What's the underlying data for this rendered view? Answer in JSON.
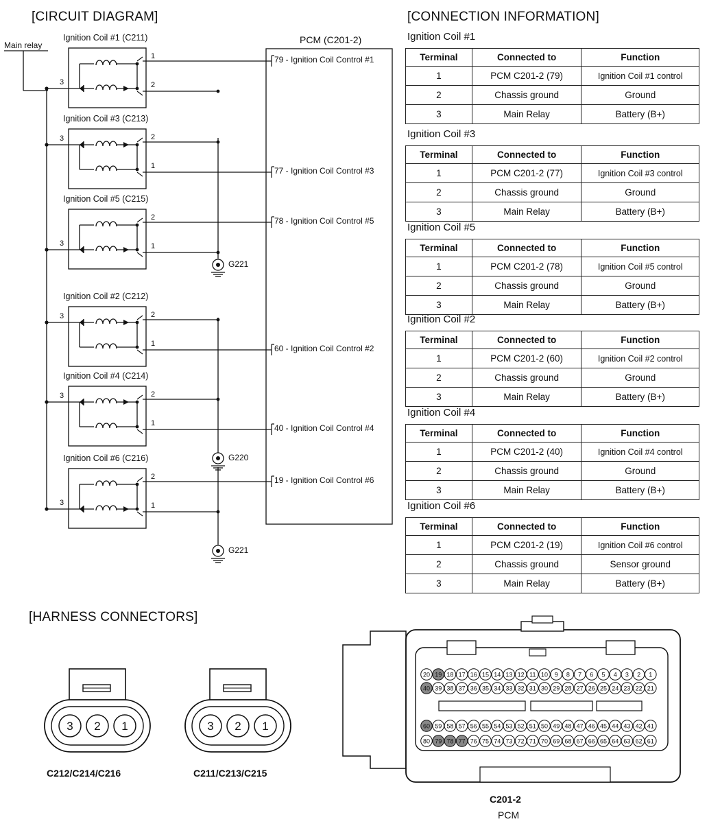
{
  "sections": {
    "circuit": "[CIRCUIT DIAGRAM]",
    "connection": "[CONNECTION INFORMATION]",
    "harness": "[HARNESS CONNECTORS]"
  },
  "circuit": {
    "main_relay": "Main relay",
    "pcm_title": "PCM (C201-2)",
    "coils": [
      {
        "name": "Ignition Coil #1 (C211)"
      },
      {
        "name": "Ignition Coil #3 (C213)"
      },
      {
        "name": "Ignition Coil #5 (C215)"
      },
      {
        "name": "Ignition Coil #2 (C212)"
      },
      {
        "name": "Ignition Coil #4 (C214)"
      },
      {
        "name": "Ignition Coil #6 (C216)"
      }
    ],
    "pins": {
      "p1": "1",
      "p2": "2",
      "p3": "3"
    },
    "pcm_pins": [
      "79 - Ignition Coil Control #1",
      "77 - Ignition Coil Control #3",
      "78 - Ignition Coil Control #5",
      "60 - Ignition Coil Control #2",
      "40 - Ignition Coil Control #4",
      "19 - Ignition Coil Control #6"
    ],
    "grounds": [
      "G221",
      "G220",
      "G221"
    ]
  },
  "connection": {
    "headers": [
      "Terminal",
      "Connected to",
      "Function"
    ],
    "tables": [
      {
        "title": "Ignition Coil #1",
        "rows": [
          [
            "1",
            "PCM C201-2 (79)",
            "Ignition Coil #1 control"
          ],
          [
            "2",
            "Chassis ground",
            "Ground"
          ],
          [
            "3",
            "Main Relay",
            "Battery (B+)"
          ]
        ]
      },
      {
        "title": "Ignition Coil #3",
        "rows": [
          [
            "1",
            "PCM C201-2 (77)",
            "Ignition Coil #3 control"
          ],
          [
            "2",
            "Chassis ground",
            "Ground"
          ],
          [
            "3",
            "Main Relay",
            "Battery (B+)"
          ]
        ]
      },
      {
        "title": "Ignition Coil #5",
        "rows": [
          [
            "1",
            "PCM C201-2 (78)",
            "Ignition Coil #5 control"
          ],
          [
            "2",
            "Chassis ground",
            "Ground"
          ],
          [
            "3",
            "Main Relay",
            "Battery (B+)"
          ]
        ]
      },
      {
        "title": "Ignition Coil #2",
        "rows": [
          [
            "1",
            "PCM C201-2 (60)",
            "Ignition Coil #2 control"
          ],
          [
            "2",
            "Chassis ground",
            "Ground"
          ],
          [
            "3",
            "Main Relay",
            "Battery (B+)"
          ]
        ]
      },
      {
        "title": "Ignition Coil #4",
        "rows": [
          [
            "1",
            "PCM C201-2 (40)",
            "Ignition Coil #4 control"
          ],
          [
            "2",
            "Chassis ground",
            "Ground"
          ],
          [
            "3",
            "Main Relay",
            "Battery (B+)"
          ]
        ]
      },
      {
        "title": "Ignition Coil #6",
        "rows": [
          [
            "1",
            "PCM C201-2 (19)",
            "Ignition Coil #6 control"
          ],
          [
            "2",
            "Chassis ground",
            "Sensor ground"
          ],
          [
            "3",
            "Main Relay",
            "Battery (B+)"
          ]
        ]
      }
    ]
  },
  "harness": {
    "connector_a": "C212/C214/C216",
    "connector_b": "C211/C213/C215",
    "pcm_connector": "C201-2",
    "pcm_label": "PCM",
    "coil_pins": [
      "3",
      "2",
      "1"
    ],
    "pcm_row1": [
      "20",
      "19",
      "18",
      "17",
      "16",
      "15",
      "14",
      "13",
      "12",
      "11",
      "10",
      "9",
      "8",
      "7",
      "6",
      "5",
      "4",
      "3",
      "2",
      "1"
    ],
    "pcm_row2": [
      "40",
      "39",
      "38",
      "37",
      "36",
      "35",
      "34",
      "33",
      "32",
      "31",
      "30",
      "29",
      "28",
      "27",
      "26",
      "25",
      "24",
      "23",
      "22",
      "21"
    ],
    "pcm_row3": [
      "60",
      "59",
      "58",
      "57",
      "56",
      "55",
      "54",
      "53",
      "52",
      "51",
      "50",
      "49",
      "48",
      "47",
      "46",
      "45",
      "44",
      "43",
      "42",
      "41"
    ],
    "pcm_row4": [
      "80",
      "79",
      "78",
      "77",
      "76",
      "75",
      "74",
      "73",
      "72",
      "71",
      "70",
      "69",
      "68",
      "67",
      "66",
      "65",
      "64",
      "63",
      "62",
      "61"
    ],
    "used_pins": [
      "19",
      "40",
      "60",
      "79",
      "78",
      "77"
    ]
  }
}
